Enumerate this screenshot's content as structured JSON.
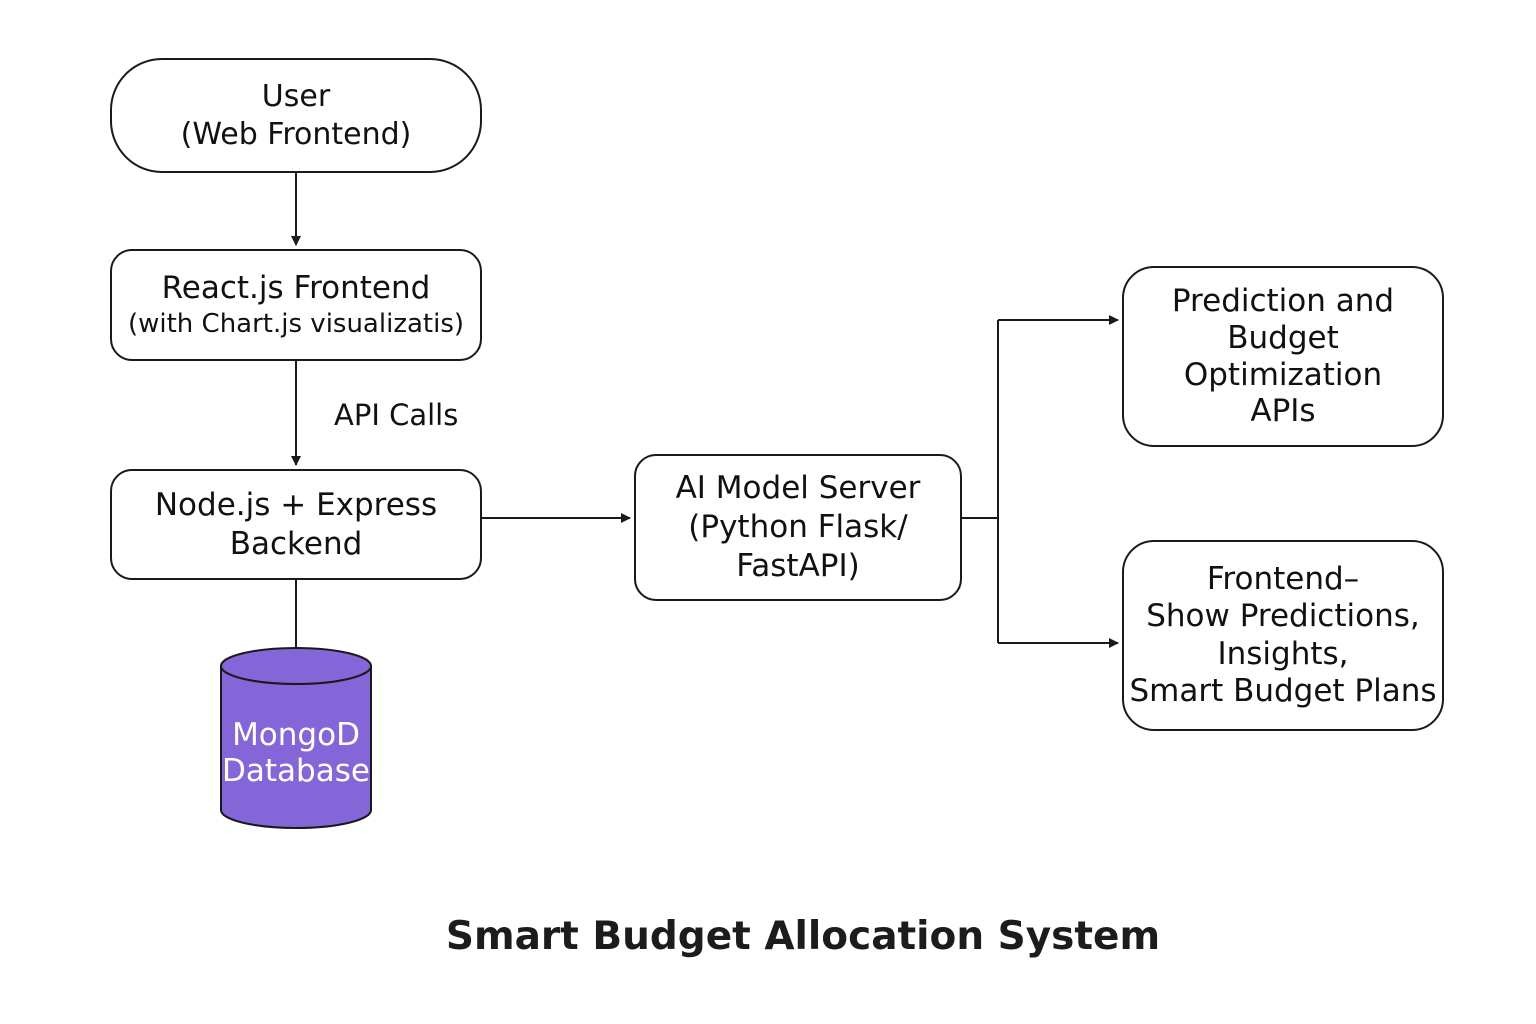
{
  "title": "Smart Budget Allocation System",
  "nodes": {
    "user": {
      "lines": [
        "User",
        "(Web Frontend)"
      ]
    },
    "react": {
      "lines": [
        "React.js Frontend",
        "(with Chart.js visualizatis)"
      ]
    },
    "backend": {
      "lines": [
        "Node.js + Express",
        "Backend"
      ]
    },
    "database": {
      "lines": [
        "MongoD",
        "Database"
      ]
    },
    "ai_server": {
      "lines": [
        "AI Model Server",
        "(Python Flask/",
        "FastAPI)"
      ]
    },
    "prediction_apis": {
      "lines": [
        "Prediction and",
        "Budget",
        "Optimization",
        "APIs"
      ]
    },
    "frontend_output": {
      "lines": [
        "Frontend–",
        "Show Predictions,",
        "Insights,",
        "Smart Budget Plans"
      ]
    }
  },
  "edges": {
    "react_to_backend_label": "API Calls"
  },
  "colors": {
    "database_fill": "#8466d8",
    "stroke": "#1a1a1a"
  }
}
